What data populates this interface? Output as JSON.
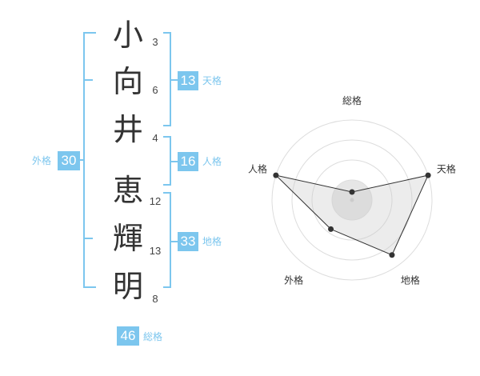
{
  "name_chars": [
    {
      "char": "小",
      "strokes": "3"
    },
    {
      "char": "向",
      "strokes": "6"
    },
    {
      "char": "井",
      "strokes": "4"
    },
    {
      "char": "恵",
      "strokes": "12"
    },
    {
      "char": "輝",
      "strokes": "13"
    },
    {
      "char": "明",
      "strokes": "8"
    }
  ],
  "badges": {
    "tenkaku": {
      "value": "13",
      "label": "天格"
    },
    "jinkaku": {
      "value": "16",
      "label": "人格"
    },
    "chikaku": {
      "value": "33",
      "label": "地格"
    },
    "gaikaku": {
      "value": "30",
      "label": "外格"
    },
    "soukaku": {
      "value": "46",
      "label": "総格"
    }
  },
  "colors": {
    "accent": "#7cc6ee",
    "text": "#333333",
    "polygon_fill": "#eeeeee"
  },
  "chart_data": {
    "type": "radar",
    "axes": [
      "総格",
      "天格",
      "地格",
      "外格",
      "人格"
    ],
    "values": [
      0.1,
      1.0,
      0.85,
      0.45,
      1.0
    ],
    "rings": 4,
    "grid": true
  }
}
